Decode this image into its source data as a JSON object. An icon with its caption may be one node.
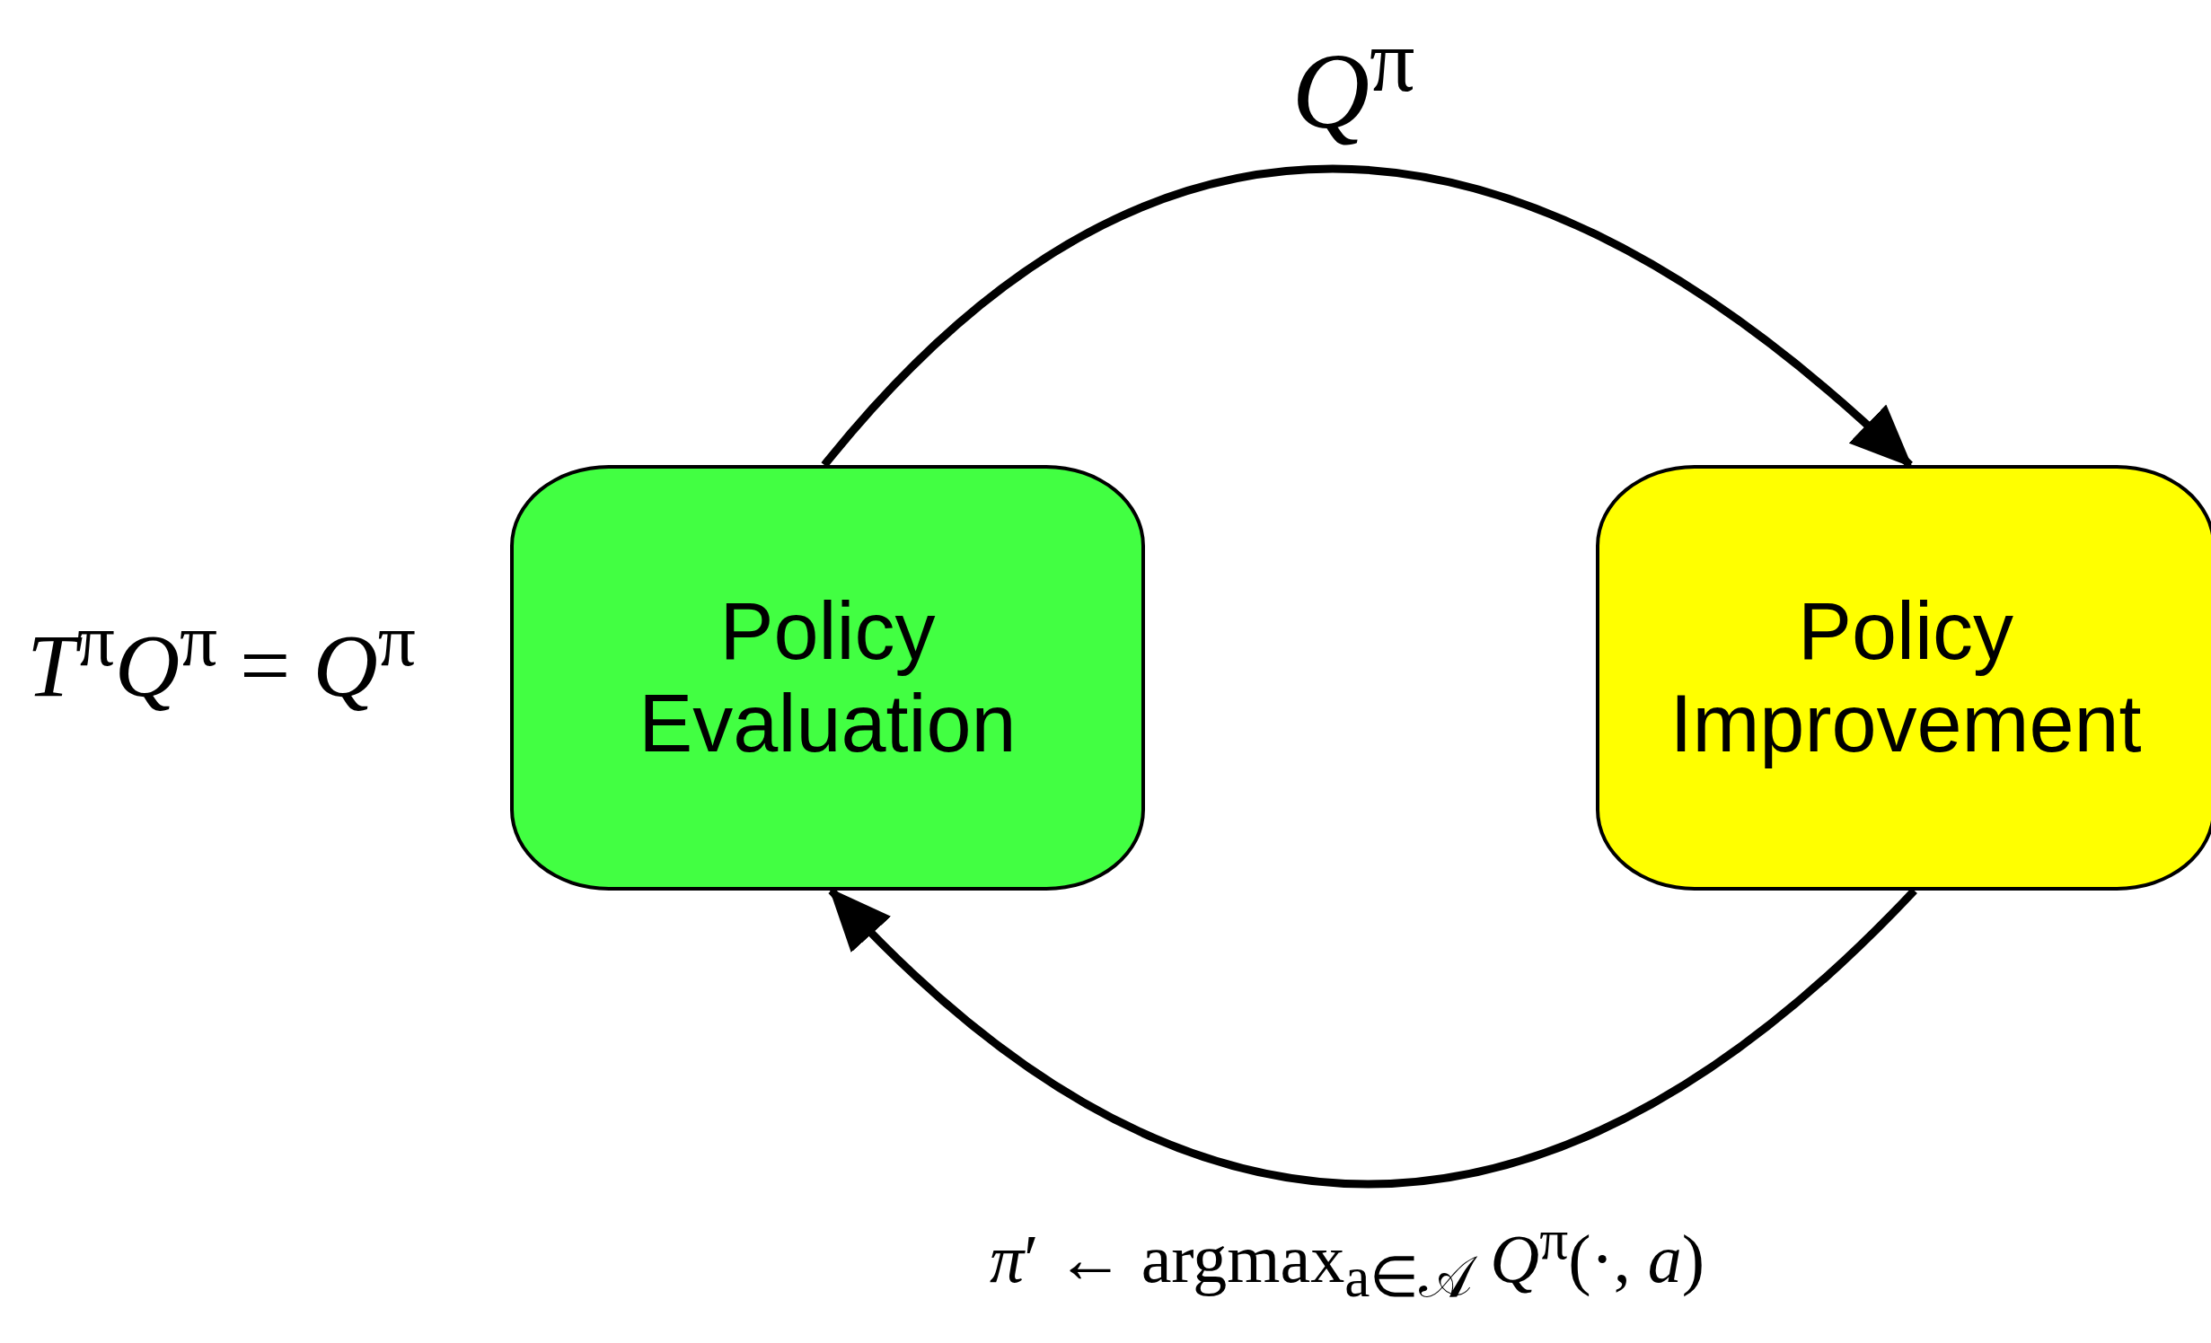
{
  "diagram": {
    "nodes": [
      {
        "text": [
          "Policy Evaluation"
        ],
        "beside": [
          "*T*$^{π}$*Q*$^{π}$ = *Q*$^{π}$"
        ]
      },
      {
        "text": [
          "Policy Improvement"
        ]
      }
    ],
    "edges": [
      {
        "from": 0,
        "to": 1,
        "arrow": "to",
        "label": "*Q*$^{π}$"
      },
      {
        "from": 1,
        "to": 0,
        "arrow": "to",
        "label": "*π*′ ← argmax$_{a∈𝒜}$ *Q*$^{π}$(·, *a*)"
      }
    ]
  }
}
